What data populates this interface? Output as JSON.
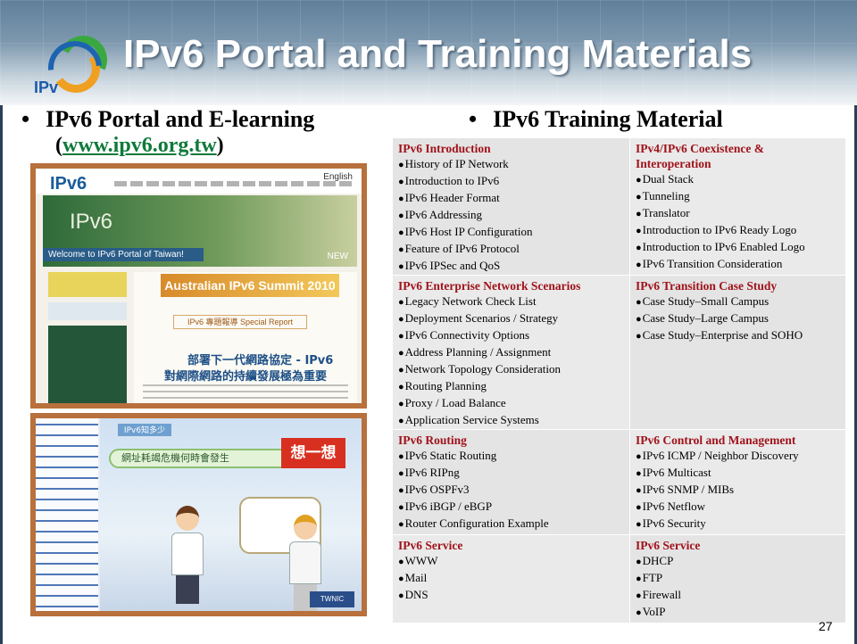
{
  "slide": {
    "title": "IPv6 Portal and Training Materials",
    "logo_text": "IPv",
    "page_number": "27"
  },
  "left": {
    "bullet": "•",
    "heading": "IPv6 Portal and E-learning",
    "url_open": "(",
    "url": "www.ipv6.org.tw",
    "url_close": ")",
    "shot1": {
      "english_link": "English",
      "logo": "IPv6",
      "hero_text": "IPv6",
      "welcome": "Welcome to IPv6 Portal of Taiwan!",
      "new_label": "NEW",
      "summit": "Australian IPv6 Summit 2010",
      "special_report": "IPv6 專題報導 Special Report",
      "headline1": "部署下一代網路協定 - IPv6",
      "headline2": "對網際網路的持續發展極為重要"
    },
    "shot2": {
      "tab": "IPv6知多少",
      "question": "網址耗竭危機何時會發生",
      "think": "想一想",
      "brand": "TWNIC"
    }
  },
  "right": {
    "bullet": "•",
    "heading": "IPv6 Training Material",
    "cells": [
      {
        "title": "IPv6 Introduction",
        "items": [
          "History of IP Network",
          "Introduction to IPv6",
          "IPv6 Header Format",
          "IPv6 Addressing",
          "IPv6 Host IP Configuration",
          "Feature of IPv6 Protocol",
          "IPv6 IPSec and QoS"
        ]
      },
      {
        "title": "IPv4/IPv6 Coexistence & Interoperation",
        "items": [
          "Dual Stack",
          "Tunneling",
          "Translator",
          "Introduction to IPv6 Ready Logo",
          "Introduction to IPv6 Enabled Logo",
          "IPv6 Transition Consideration"
        ]
      },
      {
        "title": "IPv6 Enterprise Network Scenarios",
        "items": [
          "Legacy Network Check List",
          "Deployment Scenarios / Strategy",
          "IPv6 Connectivity Options",
          "Address Planning / Assignment",
          "Network Topology Consideration",
          "Routing Planning",
          "Proxy / Load Balance",
          "Application Service Systems"
        ]
      },
      {
        "title": "IPv6 Transition Case Study",
        "items": [
          "Case Study–Small Campus",
          "Case Study–Large Campus",
          "Case Study–Enterprise and SOHO"
        ]
      },
      {
        "title": "IPv6 Routing",
        "items": [
          "IPv6 Static Routing",
          "IPv6 RIPng",
          "IPv6 OSPFv3",
          "IPv6 iBGP / eBGP",
          "Router Configuration Example"
        ]
      },
      {
        "title": "IPv6 Control and Management",
        "items": [
          "IPv6 ICMP / Neighbor Discovery",
          "IPv6 Multicast",
          "IPv6 SNMP / MIBs",
          "IPv6 Netflow",
          "IPv6 Security"
        ]
      },
      {
        "title": "IPv6 Service",
        "items": [
          "WWW",
          "Mail",
          "DNS"
        ]
      },
      {
        "title": "IPv6 Service",
        "items": [
          "DHCP",
          "FTP",
          "Firewall",
          "VoIP"
        ]
      }
    ]
  },
  "colors": {
    "cell_title": "#a0121a",
    "url_link": "#0e7a3a",
    "screenshot_border": "#b8703c"
  }
}
